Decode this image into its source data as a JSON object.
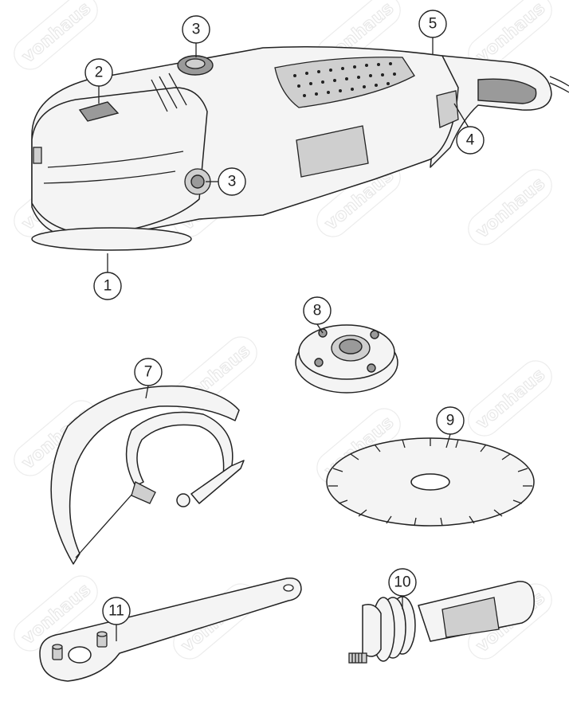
{
  "watermark": {
    "text": "vonhaus"
  },
  "callouts": [
    {
      "id": "callout-1",
      "label": "1"
    },
    {
      "id": "callout-2",
      "label": "2"
    },
    {
      "id": "callout-3a",
      "label": "3"
    },
    {
      "id": "callout-3b",
      "label": "3"
    },
    {
      "id": "callout-4",
      "label": "4"
    },
    {
      "id": "callout-5",
      "label": "5"
    },
    {
      "id": "callout-7",
      "label": "7"
    },
    {
      "id": "callout-8",
      "label": "8"
    },
    {
      "id": "callout-9",
      "label": "9"
    },
    {
      "id": "callout-10",
      "label": "10"
    },
    {
      "id": "callout-11",
      "label": "11"
    }
  ]
}
